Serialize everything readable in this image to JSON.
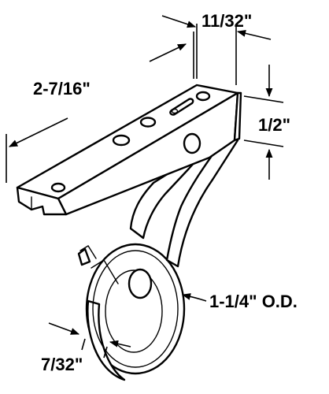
{
  "dimensions": {
    "top_width": "11/32\"",
    "length": "2-7/16\"",
    "height": "1/2\"",
    "wheel_diameter": "1-1/4\" O.D.",
    "wheel_width": "7/32\""
  },
  "colors": {
    "ink": "#000000",
    "background": "#ffffff"
  }
}
